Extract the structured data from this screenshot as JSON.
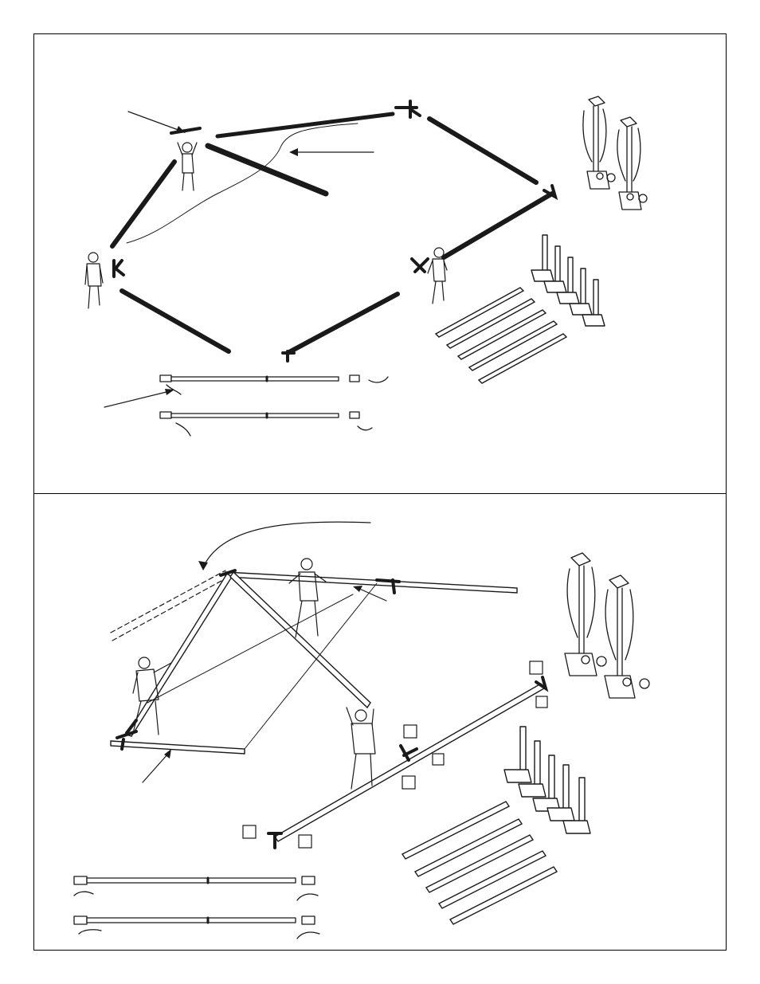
{
  "document": {
    "type": "assembly-instructions",
    "panels": [
      {
        "id": "step-frame-layout",
        "labels": []
      },
      {
        "id": "step-frame-raise",
        "labels": []
      }
    ]
  }
}
